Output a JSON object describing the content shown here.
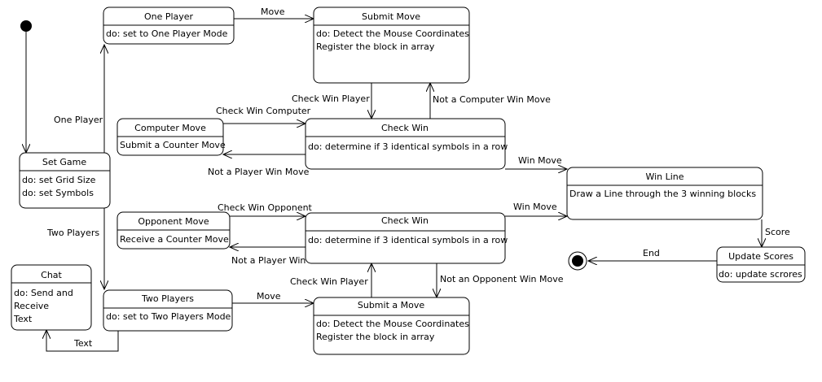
{
  "states": {
    "one_player": {
      "title": "One Player",
      "body": [
        "do: set to One Player Mode"
      ]
    },
    "submit_move_top": {
      "title": "Submit Move",
      "body": [
        "do: Detect the Mouse Coordinates",
        "Register the block in array"
      ]
    },
    "computer_move": {
      "title": "Computer Move",
      "body": [
        "Submit a Counter Move"
      ]
    },
    "check_win_top": {
      "title": "Check Win",
      "body": [
        "do: determine if 3 identical symbols in a row"
      ]
    },
    "set_game": {
      "title": "Set Game",
      "body": [
        "do: set Grid Size",
        "do: set Symbols"
      ]
    },
    "win_line": {
      "title": "Win Line",
      "body": [
        "Draw a Line through the 3 winning blocks"
      ]
    },
    "opponent_move": {
      "title": "Opponent Move",
      "body": [
        "Receive a Counter Move"
      ]
    },
    "check_win_bottom": {
      "title": "Check Win",
      "body": [
        "do: determine if 3 identical symbols in a row"
      ]
    },
    "update_scores": {
      "title": "Update Scores",
      "body": [
        "do: update scrores"
      ]
    },
    "chat": {
      "title": "Chat",
      "body": [
        "do: Send and",
        "Receive",
        "Text"
      ]
    },
    "two_players": {
      "title": "Two Players",
      "body": [
        "do: set to Two Players Mode"
      ]
    },
    "submit_move_bottom": {
      "title": "Submit a Move",
      "body": [
        "do: Detect the Mouse Coordinates",
        "Register the block in array"
      ]
    }
  },
  "transitions": {
    "move_top": "Move",
    "check_win_player_top": "Check Win Player",
    "not_computer_win": "Not a Computer Win Move",
    "check_win_computer": "Check Win Computer",
    "not_player_win_move": "Not a Player Win Move",
    "one_player": "One Player",
    "win_move_top": "Win Move",
    "two_players": "Two Players",
    "check_win_opponent": "Check Win Opponent",
    "win_move_bottom": "Win Move",
    "score": "Score",
    "not_player_win": "Not a Player Win",
    "end": "End",
    "check_win_player_bottom": "Check Win Player",
    "not_opponent_win": "Not an Opponent Win Move",
    "move_bottom": "Move",
    "text": "Text"
  }
}
